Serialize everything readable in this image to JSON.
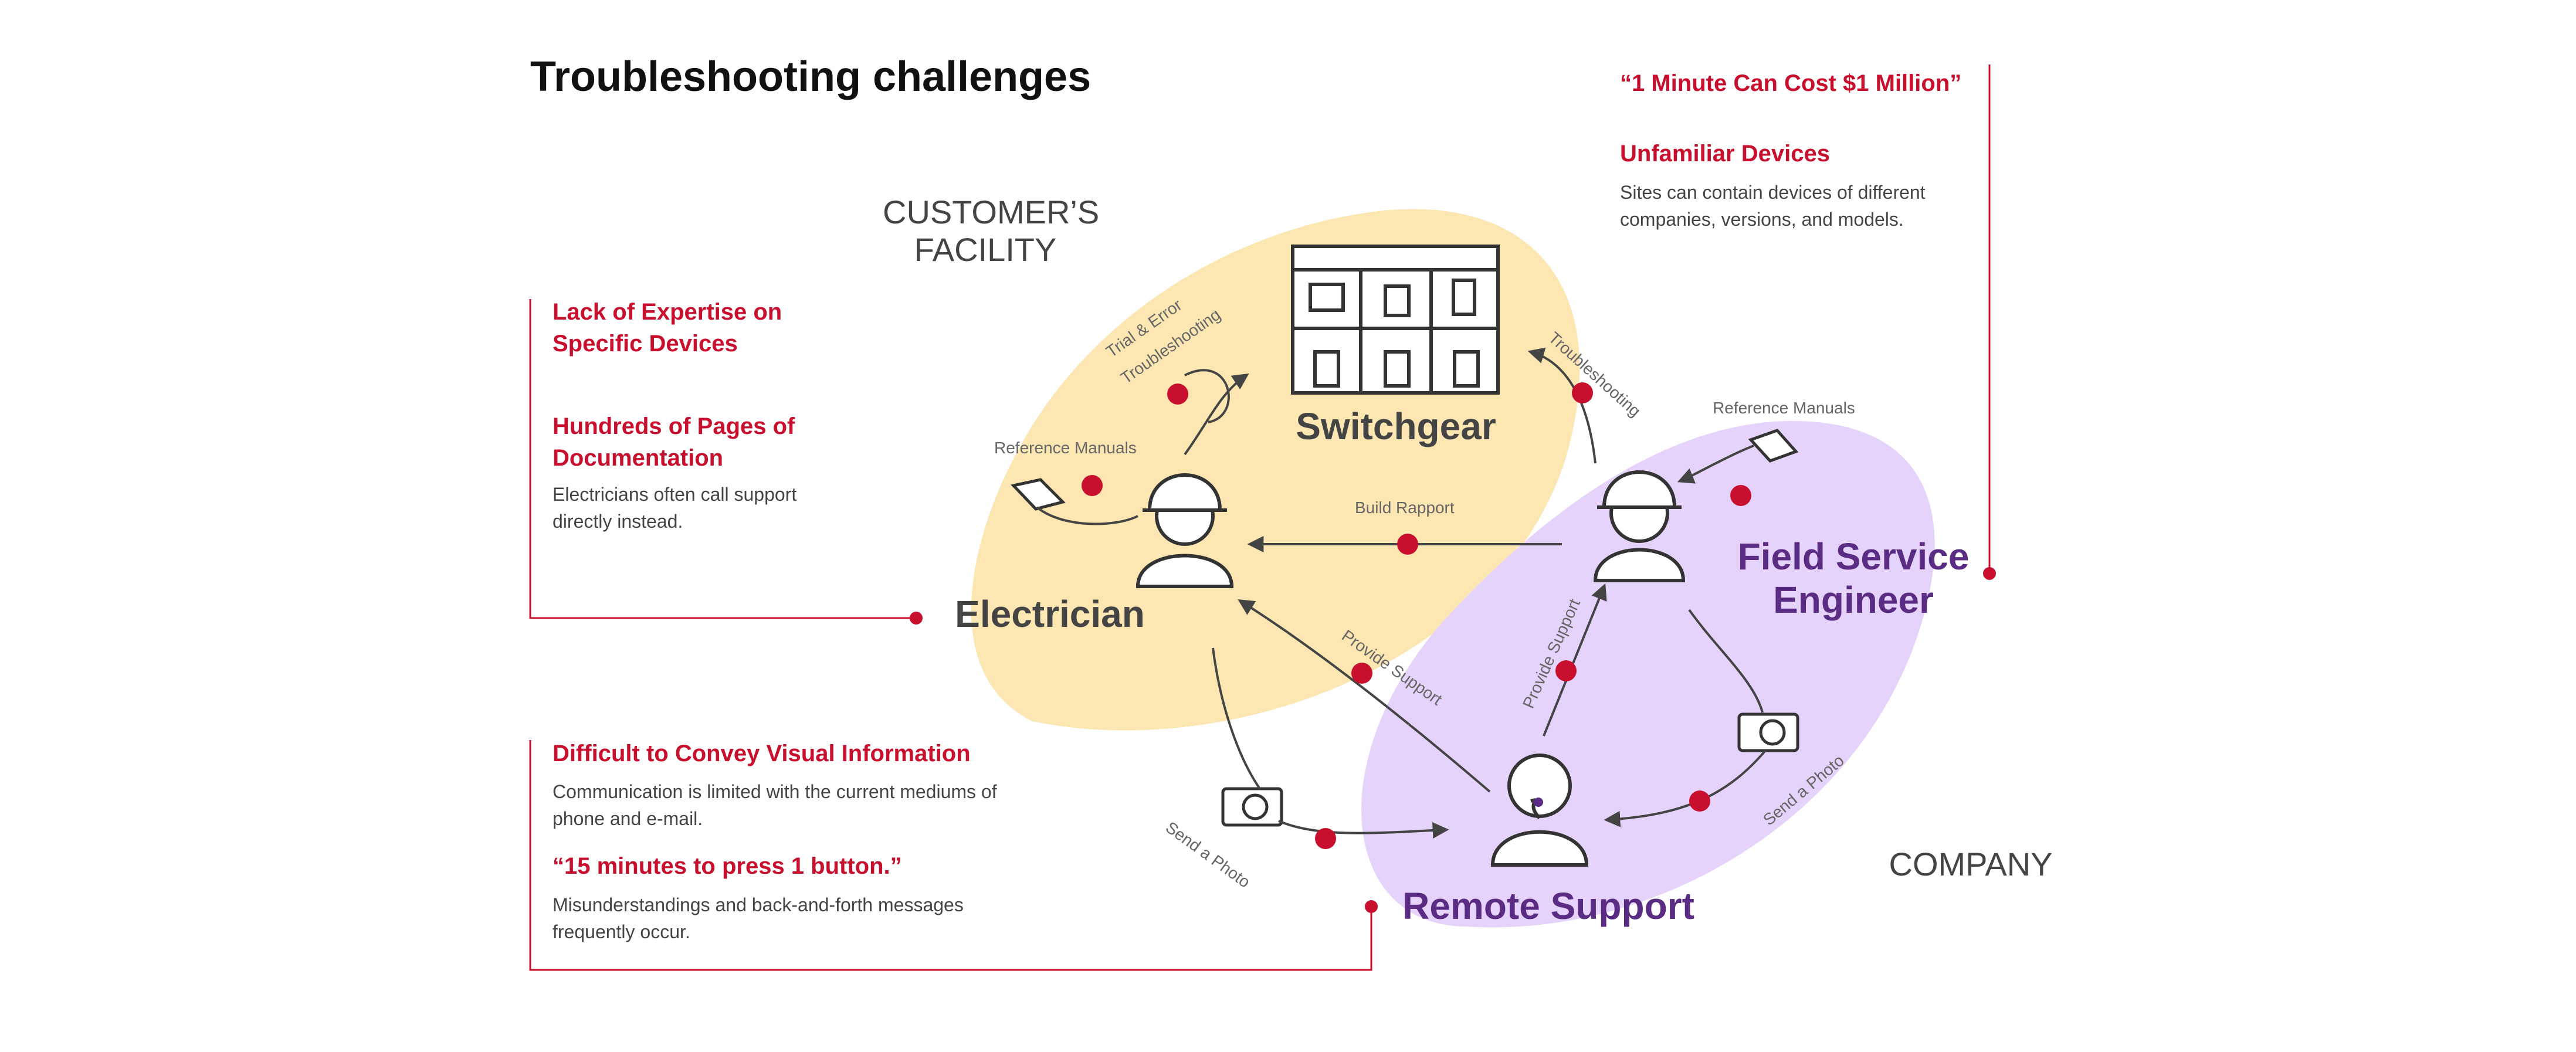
{
  "title": "Troubleshooting challenges",
  "top_right": {
    "quote": "“1 Minute Can Cost $1 Million”",
    "heading": "Unfamiliar Devices",
    "desc_lines": [
      "Sites can contain devices of different",
      "companies, versions, and models."
    ]
  },
  "left_top": {
    "heading1_lines": [
      "Lack of Expertise on",
      "Specific Devices"
    ],
    "heading2_lines": [
      "Hundreds of Pages of",
      "Documentation"
    ],
    "desc_lines": [
      "Electricians often call support",
      "directly instead."
    ]
  },
  "left_bottom": {
    "heading1": "Difficult to Convey Visual Information",
    "desc1_lines": [
      "Communication is limited with the current mediums of",
      "phone and e-mail."
    ],
    "quote": "“15 minutes to press 1 button.”",
    "desc2_lines": [
      "Misunderstandings and back-and-forth messages",
      "frequently occur."
    ]
  },
  "zones": {
    "customer_lines": [
      "CUSTOMER’S",
      "FACILITY"
    ],
    "company": "COMPANY"
  },
  "nodes": {
    "switchgear": "Switchgear",
    "electrician": "Electrician",
    "fse_lines": [
      "Field Service",
      "Engineer"
    ],
    "remote": "Remote Support"
  },
  "edge_labels": {
    "trial_lines": [
      "Trial & Error",
      "Troubleshooting"
    ],
    "ref_manuals_left": "Reference Manuals",
    "ref_manuals_right": "Reference Manuals",
    "troubleshooting": "Troubleshooting",
    "build_rapport": "Build Rapport",
    "provide_support_left": "Provide Support",
    "provide_support_right": "Provide Support",
    "send_photo_left": "Send a Photo",
    "send_photo_right": "Send a Photo"
  },
  "colors": {
    "accent_red": "#c8102e",
    "customer_zone": "#fce7b2",
    "company_zone": "#e6d3fb",
    "purple_text": "#5b2c83"
  }
}
